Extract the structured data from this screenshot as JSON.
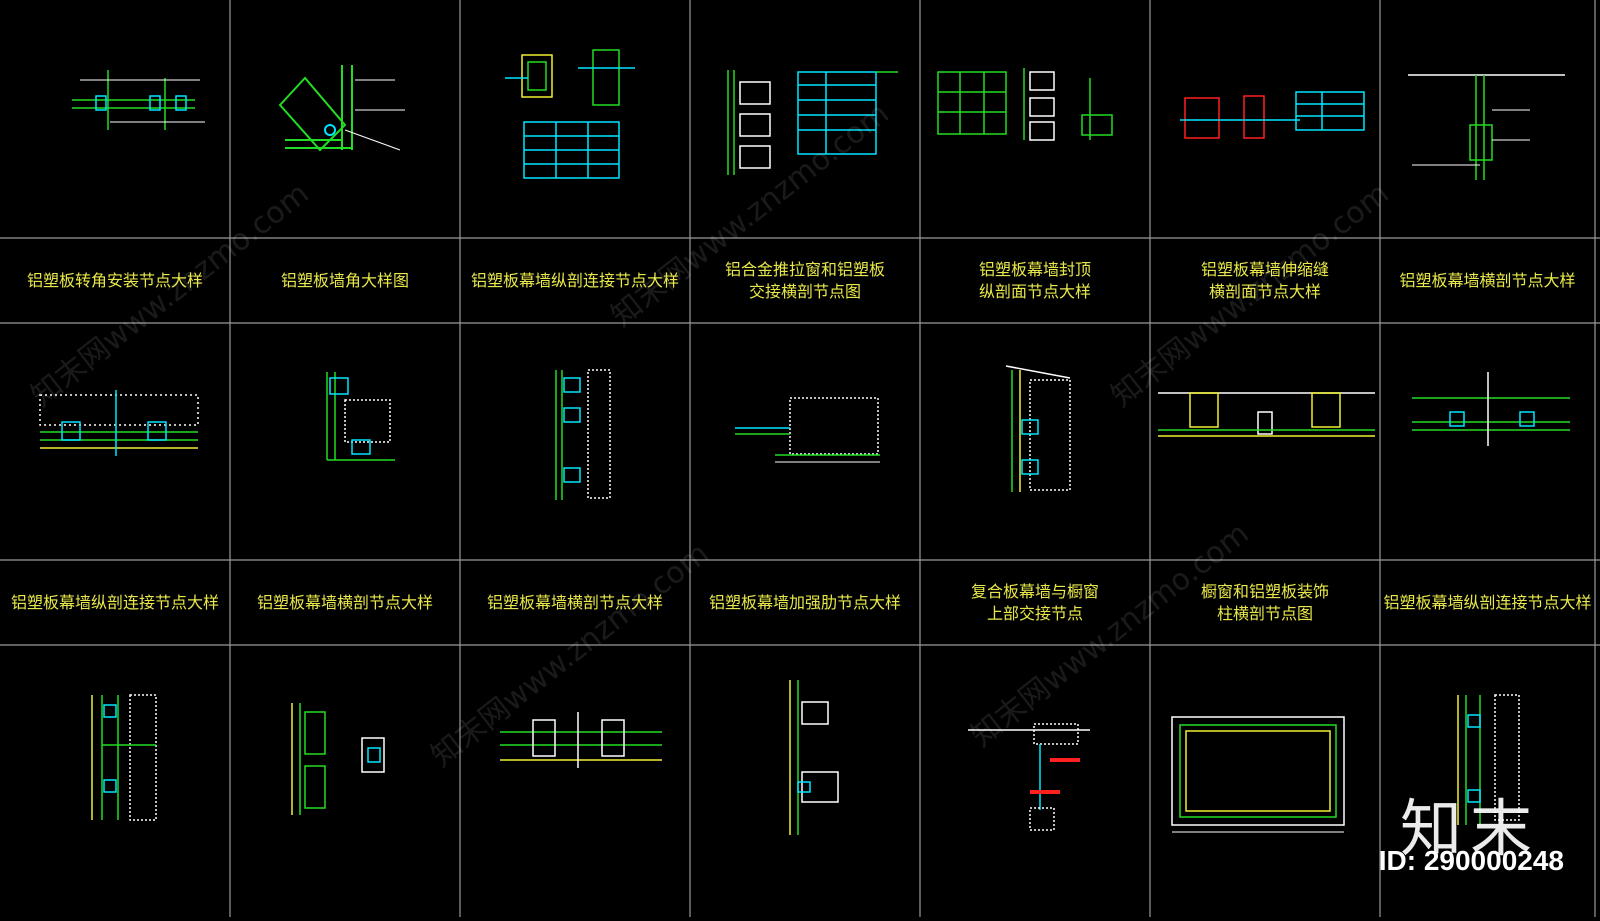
{
  "colors": {
    "background": "#000000",
    "grid_line": "#9a9a9a",
    "label_text": "#e8e84a",
    "drawing_green": "#22dd22",
    "drawing_cyan": "#00e5ff",
    "drawing_yellow": "#f0f030",
    "drawing_white": "#ffffff",
    "drawing_red": "#ff2020"
  },
  "row1_labels": [
    "铝塑板转角安装节点大样",
    "铝塑板墙角大样图",
    "铝塑板幕墙纵剖连接节点大样",
    "铝合金推拉窗和铝塑板\n交接横剖节点图",
    "铝塑板幕墙封顶\n纵剖面节点大样",
    "铝塑板幕墙伸缩缝\n横剖面节点大样",
    "铝塑板幕墙横剖节点大样"
  ],
  "row2_labels": [
    "铝塑板幕墙纵剖连接节点大样",
    "铝塑板幕墙横剖节点大样",
    "铝塑板幕墙横剖节点大样",
    "铝塑板幕墙加强肋节点大样",
    "复合板幕墙与橱窗\n上部交接节点",
    "橱窗和铝塑板装饰\n柱横剖节点图",
    "铝塑板幕墙纵剖连接节点大样"
  ],
  "watermark": {
    "id_text": "ID: 290000248",
    "logo_text": "知末",
    "site_text": "知末网www.znzmo.com"
  }
}
